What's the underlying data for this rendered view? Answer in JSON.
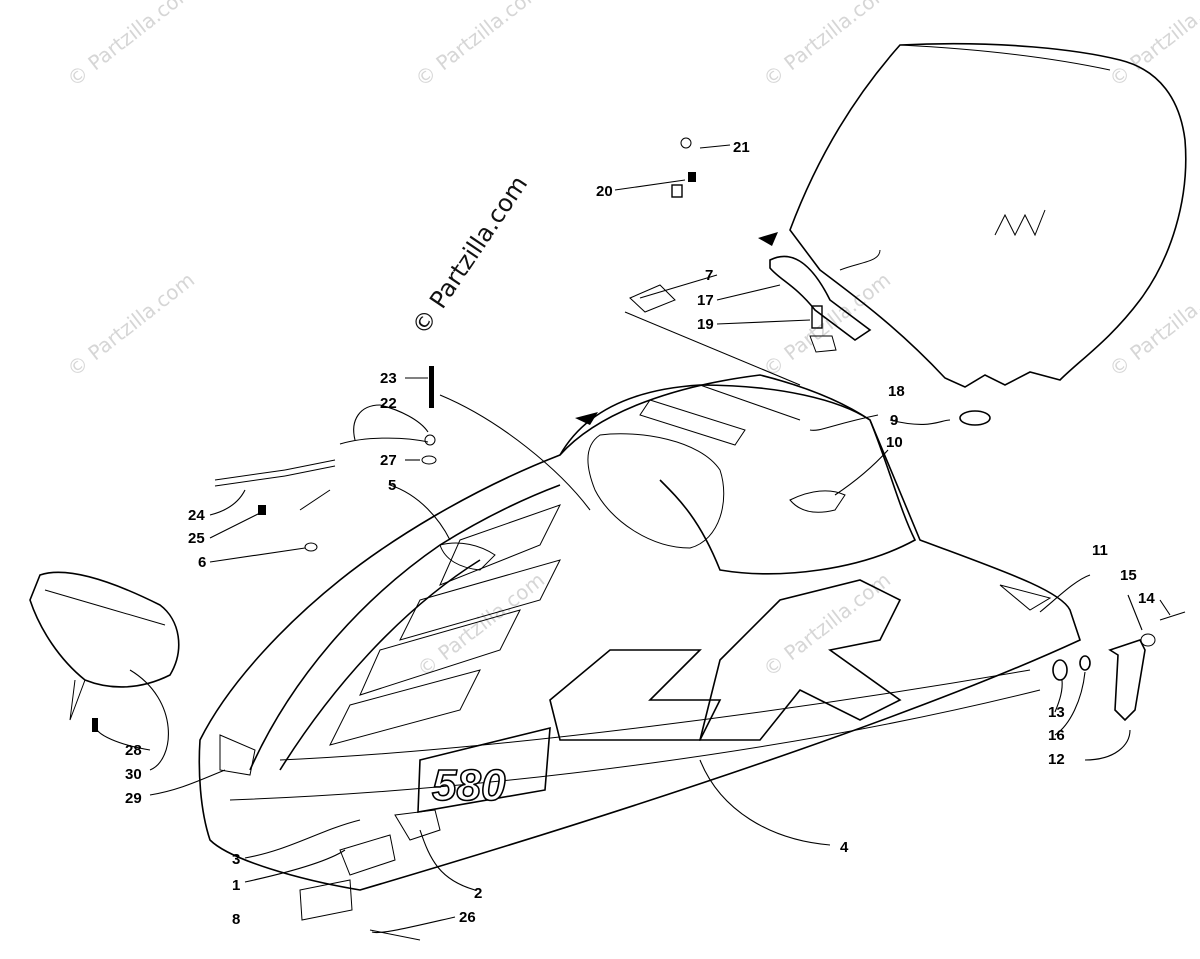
{
  "watermark": "© Partzilla.com",
  "main_watermark": "© Partzilla.com",
  "model_badge": "580",
  "badge_letters": "ZR",
  "callouts": [
    {
      "id": "c1",
      "text": "1"
    },
    {
      "id": "c2",
      "text": "2"
    },
    {
      "id": "c3",
      "text": "3"
    },
    {
      "id": "c4",
      "text": "4"
    },
    {
      "id": "c5",
      "text": "5"
    },
    {
      "id": "c6",
      "text": "6"
    },
    {
      "id": "c7",
      "text": "7"
    },
    {
      "id": "c8",
      "text": "8"
    },
    {
      "id": "c9",
      "text": "9"
    },
    {
      "id": "c10",
      "text": "10"
    },
    {
      "id": "c11",
      "text": "11"
    },
    {
      "id": "c12",
      "text": "12"
    },
    {
      "id": "c13",
      "text": "13"
    },
    {
      "id": "c14",
      "text": "14"
    },
    {
      "id": "c15",
      "text": "15"
    },
    {
      "id": "c16",
      "text": "16"
    },
    {
      "id": "c17",
      "text": "17"
    },
    {
      "id": "c18",
      "text": "18"
    },
    {
      "id": "c19",
      "text": "19"
    },
    {
      "id": "c20",
      "text": "20"
    },
    {
      "id": "c21",
      "text": "21"
    },
    {
      "id": "c22",
      "text": "22"
    },
    {
      "id": "c23",
      "text": "23"
    },
    {
      "id": "c24",
      "text": "24"
    },
    {
      "id": "c25",
      "text": "25"
    },
    {
      "id": "c26",
      "text": "26"
    },
    {
      "id": "c27",
      "text": "27"
    },
    {
      "id": "c28",
      "text": "28"
    },
    {
      "id": "c29",
      "text": "29"
    },
    {
      "id": "c30",
      "text": "30"
    }
  ]
}
